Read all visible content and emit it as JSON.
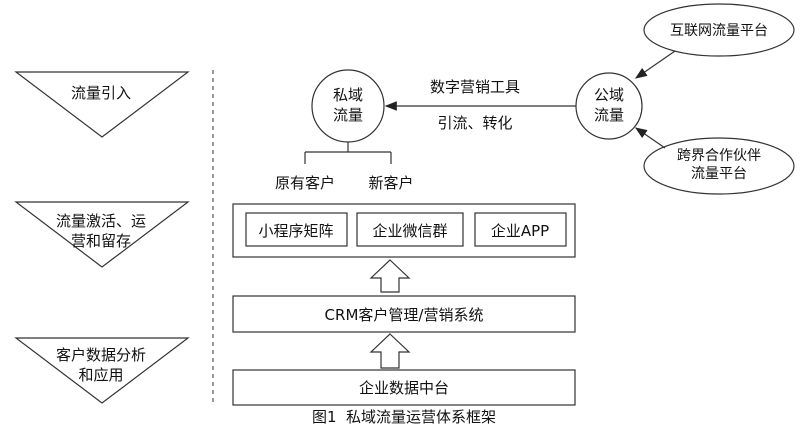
{
  "stages": {
    "s1": {
      "line1": "流量引入"
    },
    "s2": {
      "line1": "流量激活、运",
      "line2": "营和留存"
    },
    "s3": {
      "line1": "客户数据分析",
      "line2": "和应用"
    }
  },
  "private_traffic": {
    "line1": "私域",
    "line2": "流量"
  },
  "public_traffic": {
    "line1": "公域",
    "line2": "流量"
  },
  "sources": {
    "internet": "互联网流量平台",
    "partner": {
      "line1": "跨界合作伙伴",
      "line2": "流量平台"
    }
  },
  "arrow_labels": {
    "tool": "数字营销工具",
    "action": "引流、转化"
  },
  "customers": {
    "existing": "原有客户",
    "new": "新客户"
  },
  "channels": {
    "mini_program": "小程序矩阵",
    "wechat_group": "企业微信群",
    "app": "企业APP"
  },
  "crm": "CRM客户管理/营销系统",
  "data_platform": "企业数据中台",
  "caption": "图1  私域流量运营体系框架"
}
